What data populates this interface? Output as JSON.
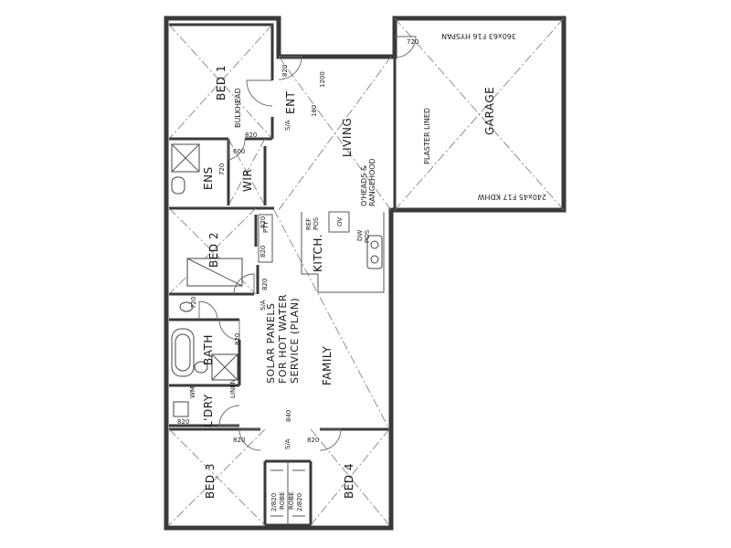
{
  "rooms": {
    "bed1": "BED 1",
    "bulkhead": "BULKHEAD",
    "ent": "ENT",
    "living": "LIVING",
    "garage": "GARAGE",
    "plaster_lined": "PLASTER LINED",
    "ens": "ENS",
    "wir": "WIR",
    "bed2": "BED 2",
    "kitch": "KITCH.",
    "family": "FAMILY",
    "bath": "BATH",
    "dry": "L'DRY",
    "bed3": "BED 3",
    "bed4": "BED 4"
  },
  "notes": {
    "solar": "SOLAR PANELS",
    "hot_water": "FOR HOT WATER",
    "service": "SERVICE (PLAN)",
    "rangehood_a": "O'HEADS &",
    "rangehood_b": "RANGEHOOD",
    "ref": "REF",
    "pos": "POS",
    "ov": "OV",
    "dw": "DW",
    "pty": "PTY",
    "linen": "LINEN",
    "wm": "WM",
    "robe_a": "ROBE",
    "robe_b": "ROBE",
    "robe_dim_a": "2/820",
    "robe_dim_b": "2/820",
    "hyspan": "360x63 F16 HYSPAN",
    "kdhw": "240x45 F17 KDHW",
    "sa": "S/A"
  },
  "dims": {
    "d820_ent": "820",
    "d1200": "1200",
    "d180": "180",
    "d820_wir": "820",
    "d600": "600",
    "d720_ens": "720",
    "d820_pty1": "820",
    "d820_pty2": "820",
    "d820_bed2": "820",
    "d720_wc": "720",
    "d820_bath": "820",
    "d820_dry": "820",
    "d820_bed3": "820",
    "d820_bed4": "820",
    "d840": "840",
    "d720_garage": "720"
  },
  "colors": {
    "wall": "#3a3a3a",
    "line": "#555555",
    "background": "#ffffff"
  }
}
